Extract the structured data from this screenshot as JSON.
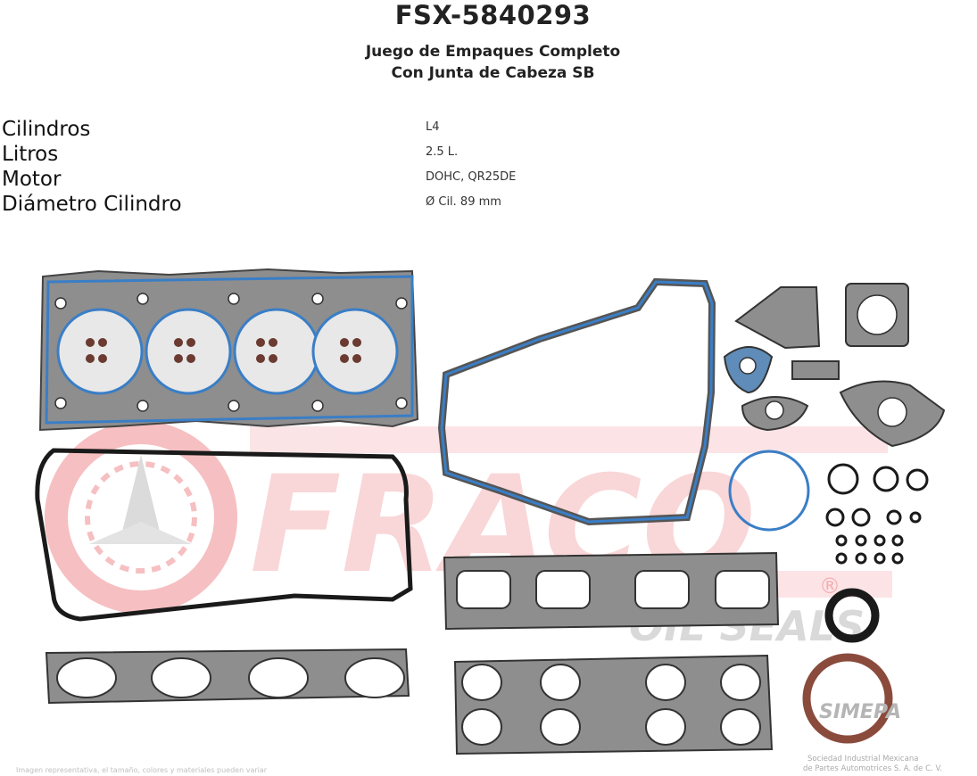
{
  "product": {
    "code": "FSX-5840293",
    "description_line1": "Juego de Empaques Completo",
    "description_line2": "Con Junta de Cabeza SB"
  },
  "specs": [
    {
      "label": "Cilindros",
      "value": "L4"
    },
    {
      "label": "Litros",
      "value": "2.5 L."
    },
    {
      "label": "Motor",
      "value": "DOHC, QR25DE"
    },
    {
      "label": "Diámetro Cilindro",
      "value": "Ø Cil. 89 mm"
    }
  ],
  "image": {
    "watermark_brand": "FRACO",
    "watermark_tagline": "OIL SEALS",
    "registered_mark": "®",
    "partner_logo": "SIMEPA",
    "partner_line1": "Sociedad Industrial Mexicana",
    "partner_line2": "de Partes Automotrices S. A. de C. V.",
    "disclaimer": "Imagen representativa, el tamaño, colores y materiales pueden variar"
  },
  "colors": {
    "gasket_gray": "#8e8e8e",
    "blue_bead": "#3a7ec6",
    "watermark_red": "#e8494f",
    "rubber_black": "#1a1a1a",
    "seal_brown": "#8a4b3c"
  }
}
